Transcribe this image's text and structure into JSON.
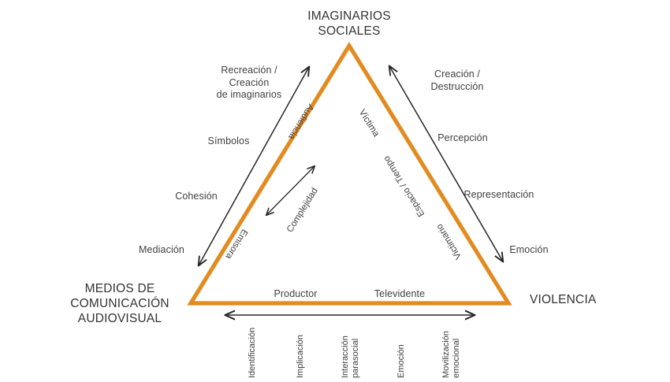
{
  "figure": {
    "background_color": "#ffffff",
    "triangle_color": "#E28B21",
    "arrow_color": "#262626",
    "text_color": "#3f3f3f"
  },
  "vertices": {
    "top": "IMAGINARIOS\nSOCIALES",
    "bottom_left": "MEDIOS DE\nCOMUNICACIÓN\nAUDIOVISUAL",
    "bottom_right": "VIOLENCIA"
  },
  "left_outer_labels": [
    "Recreación /\nCreación\nde imaginarios",
    "Símbolos",
    "Cohesión",
    "Mediación"
  ],
  "right_outer_labels": [
    "Creación /\nDestrucción",
    "Percepción",
    "Representación",
    "Emoción"
  ],
  "left_inner_labels": {
    "top": "Audiencia",
    "middle": "Complejidad",
    "bottom": "Emisora"
  },
  "right_inner_labels": {
    "top": "Víctima",
    "middle": "Espacio / Tiempo",
    "bottom": "Victimario"
  },
  "bottom_inner_labels": {
    "left": "Productor",
    "right": "Televidente"
  },
  "bottom_axis_labels": [
    "Identificación",
    "Implicación",
    "Interacción\nparasocial",
    "Emoción",
    "Movilización\nemocional"
  ]
}
